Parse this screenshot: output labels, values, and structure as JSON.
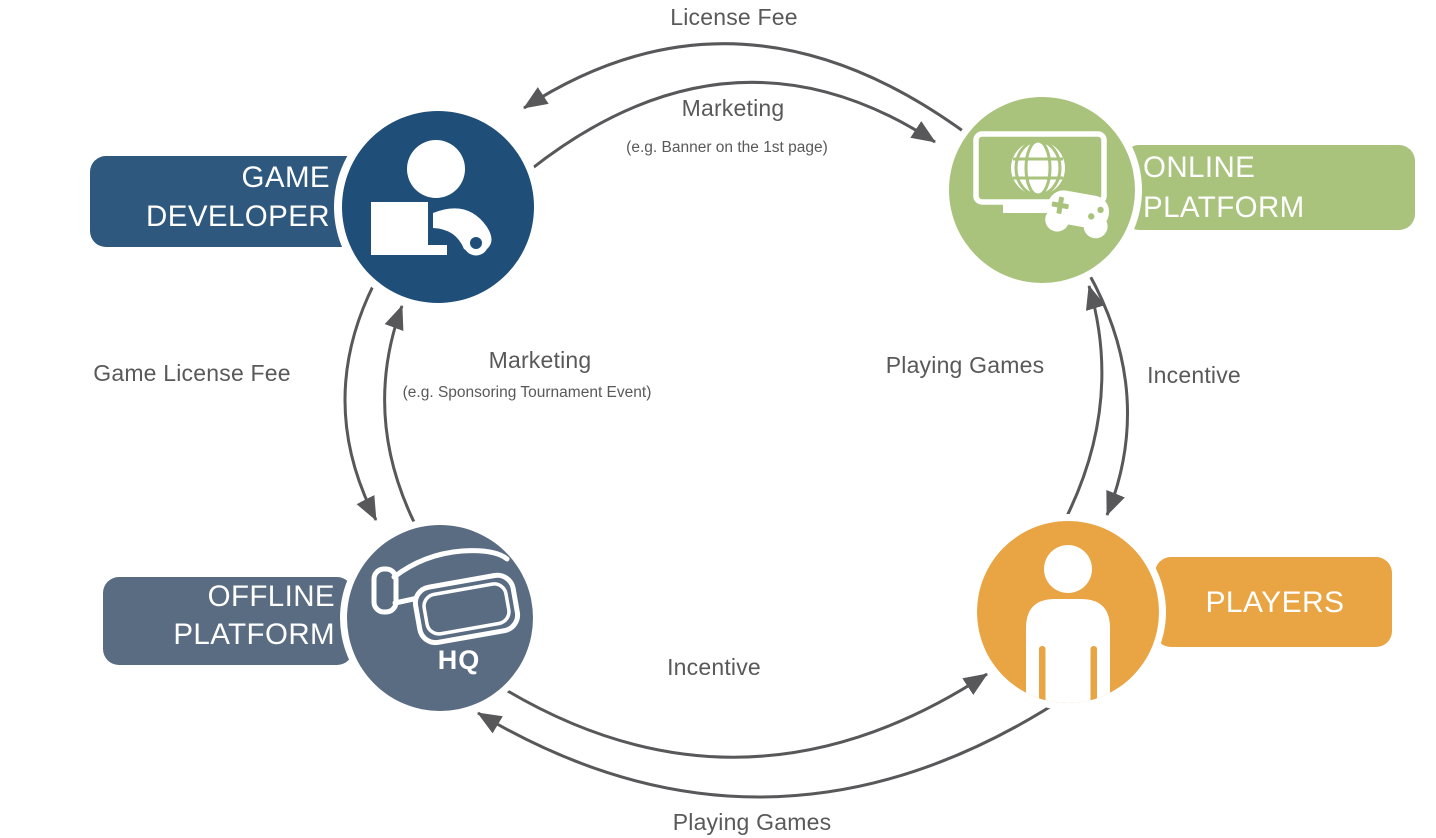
{
  "diagram": {
    "nodes": {
      "game_developer": {
        "line1": "GAME",
        "line2": "DEVELOPER",
        "pill_color": "#2E587D",
        "circle_color": "#1F4E79",
        "icon": "developer-at-computer-icon"
      },
      "online_platform": {
        "line1": "ONLINE",
        "line2": "PLATFORM",
        "pill_color": "#A9C37D",
        "circle_color": "#A9C37D",
        "icon": "monitor-globe-gamepad-icon"
      },
      "players": {
        "label": "PLAYERS",
        "pill_color": "#E9A443",
        "circle_color": "#E9A443",
        "icon": "person-icon"
      },
      "offline_platform": {
        "line1": "OFFLINE",
        "line2": "PLATFORM",
        "pill_color": "#5A6C82",
        "circle_color": "#5A6C82",
        "icon": "vr-headset-icon",
        "icon_text": "HQ"
      }
    },
    "flows": {
      "license_fee": {
        "label": "License Fee",
        "from": "online_platform",
        "to": "game_developer"
      },
      "marketing_online": {
        "label": "Marketing",
        "sublabel": "(e.g. Banner on the 1st page)",
        "from": "game_developer",
        "to": "online_platform"
      },
      "game_license_fee": {
        "label": "Game License Fee",
        "from": "offline_platform",
        "to": "game_developer"
      },
      "marketing_offline": {
        "label": "Marketing",
        "sublabel": "(e.g. Sponsoring Tournament Event)",
        "from": "game_developer",
        "to": "offline_platform"
      },
      "playing_games_online": {
        "label": "Playing Games",
        "from": "players",
        "to": "online_platform"
      },
      "incentive_online": {
        "label": "Incentive",
        "from": "online_platform",
        "to": "players"
      },
      "incentive_offline": {
        "label": "Incentive",
        "from": "offline_platform",
        "to": "players"
      },
      "playing_games_offline": {
        "label": "Playing Games",
        "from": "players",
        "to": "offline_platform"
      }
    },
    "colors": {
      "arrow": "#58585A",
      "flow_text": "#595959",
      "node_text": "#FFFFFF",
      "background": "#FFFFFF"
    }
  }
}
